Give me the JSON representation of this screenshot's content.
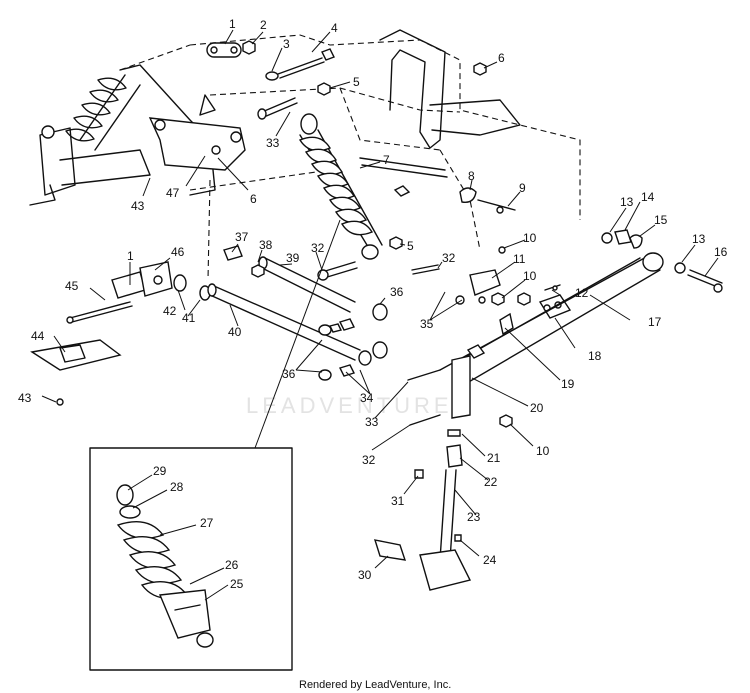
{
  "footer": {
    "credit": "Rendered by LeadVenture, Inc."
  },
  "watermark": {
    "text": "LEADVENTURE"
  },
  "callouts": [
    "1",
    "2",
    "3",
    "4",
    "5",
    "6",
    "33",
    "47",
    "43",
    "6",
    "7",
    "8",
    "9",
    "5",
    "13",
    "14",
    "15",
    "13",
    "16",
    "1",
    "46",
    "37",
    "38",
    "32",
    "39",
    "10",
    "32",
    "11",
    "10",
    "12",
    "17",
    "45",
    "42",
    "41",
    "40",
    "36",
    "35",
    "18",
    "44",
    "43",
    "36",
    "34",
    "19",
    "33",
    "20",
    "32",
    "10",
    "21",
    "22",
    "31",
    "23",
    "24",
    "30",
    "29",
    "28",
    "27",
    "26",
    "25"
  ]
}
